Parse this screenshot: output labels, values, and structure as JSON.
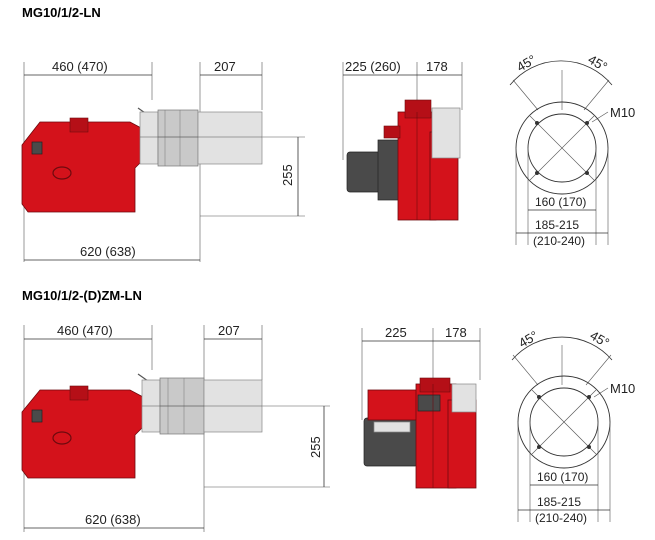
{
  "models": [
    {
      "title": "MG10/1/2-LN",
      "side": {
        "length_total": "620 (638)",
        "length_body": "460 (470)",
        "head_length": "207",
        "height": "255"
      },
      "front": {
        "width_left": "225 (260)",
        "width_right": "178"
      },
      "flange": {
        "angle_left": "45°",
        "angle_right": "45°",
        "bolt": "M10",
        "inner": "160 (170)",
        "outer_1": "185-215",
        "outer_2": "(210-240)"
      }
    },
    {
      "title": "MG10/1/2-(D)ZM-LN",
      "side": {
        "length_total": "620 (638)",
        "length_body": "460 (470)",
        "head_length": "207",
        "height": "255"
      },
      "front": {
        "width_left": "225",
        "width_right": "178"
      },
      "flange": {
        "angle_left": "45°",
        "angle_right": "45°",
        "bolt": "M10",
        "inner": "160 (170)",
        "outer_1": "185-215",
        "outer_2": "(210-240)"
      }
    }
  ],
  "colors": {
    "burner_red": "#d4121b",
    "head_gray": "#c9c9c9",
    "motor_dark": "#4a4a4a"
  }
}
